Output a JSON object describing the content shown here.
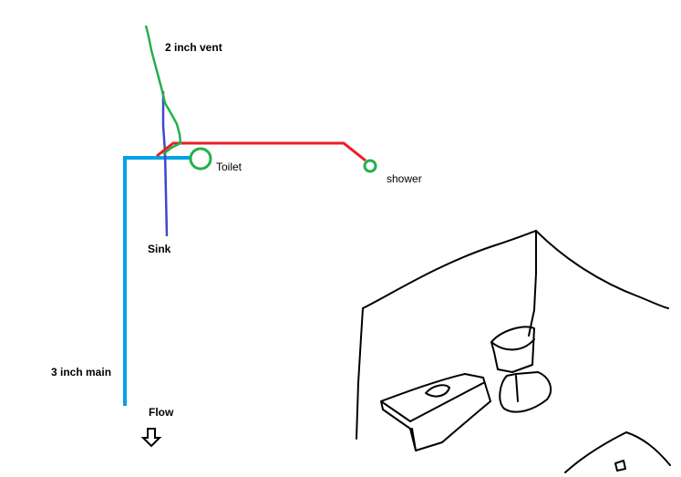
{
  "labels": {
    "vent": "2 inch vent",
    "toilet": "Toilet",
    "shower": "shower",
    "sink": "Sink",
    "main": "3 inch main",
    "flow": "Flow"
  },
  "colors": {
    "vent": "#22b14c",
    "drain": "#ed1c24",
    "sink_line": "#3f48cc",
    "main": "#00a2e8",
    "sketch": "#000000"
  },
  "icons": {
    "flow_arrow": "down-arrow-outline-icon",
    "toilet_fixture": "green-circle-icon",
    "shower_fixture": "green-circle-icon"
  }
}
